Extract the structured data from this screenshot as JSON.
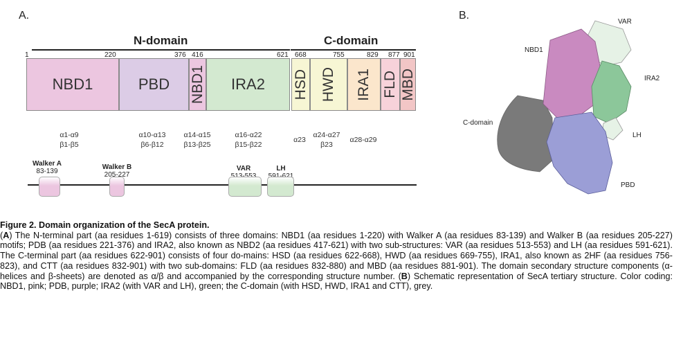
{
  "panel_a_label": "A.",
  "panel_b_label": "B.",
  "n_domain_label": "N-domain",
  "c_domain_label": "C-domain",
  "residues": [
    "1",
    "220",
    "376",
    "416",
    "621",
    "668",
    "755",
    "829",
    "877",
    "901"
  ],
  "domains": [
    {
      "label": "NBD1",
      "color": "#ecc6e0"
    },
    {
      "label": "PBD",
      "color": "#dccce6"
    },
    {
      "label": "NBD1",
      "color": "#ecc6e0"
    },
    {
      "label": "IRA2",
      "color": "#d3e9d0"
    },
    {
      "label": "HSD",
      "color": "#f7f6d4"
    },
    {
      "label": "HWD",
      "color": "#f7f6d4"
    },
    {
      "label": "IRA1",
      "color": "#fbe6cc"
    },
    {
      "label": "FLD",
      "color": "#f7d2da"
    },
    {
      "label": "MBD",
      "color": "#f2c6c6"
    }
  ],
  "secondary_structure": [
    {
      "line1": "α1-α9",
      "line2": "β1-β5"
    },
    {
      "line1": "α10-α13",
      "line2": "β6-β12"
    },
    {
      "line1": "α14-α15",
      "line2": "β13-β25"
    },
    {
      "line1": "α16-α22",
      "line2": "β15-β22"
    },
    {
      "line1": "α23",
      "line2": ""
    },
    {
      "line1": "α24-α27",
      "line2": "β23"
    },
    {
      "line1": "α28-α29",
      "line2": ""
    }
  ],
  "motifs": [
    {
      "name": "Walker A",
      "range": "83-139",
      "color": "#ecc6e0"
    },
    {
      "name": "Walker B",
      "range": "205-227",
      "color": "#ecc6e0"
    },
    {
      "name": "VAR",
      "range": "513-553",
      "color": "#d3e9d0"
    },
    {
      "name": "LH",
      "range": "591-621",
      "color": "#d3e9d0"
    }
  ],
  "structure_labels": {
    "var": "VAR",
    "nbd1": "NBD1",
    "ira2": "IRA2",
    "c_domain": "C-domain",
    "lh": "LH",
    "pbd": "PBD"
  },
  "structure_colors": {
    "nbd1": "#c98ac0",
    "pbd": "#9b9ed6",
    "ira2": "#8cc79a",
    "var": "#e6f2e6",
    "lh": "#e6f2e6",
    "c_domain": "#7a7a7a"
  },
  "caption": {
    "title": "Figure 2. Domain organization of the SecA protein.",
    "paren_open": "(",
    "mark_a": "A",
    "text_a": ") The N-terminal part (aa residues 1-619) consists of three domains: NBD1 (aa residues 1-220) with Walker A (aa residues 83-139) and Walker B (aa residues 205-227) motifs; PDB (aa residues 221-376) and IRA2, also known as NBD2 (aa residues 417-621) with two sub-structures: VAR (aa residues 513-553) and  LH (aa residues 591-621). The C-terminal part (aa residues 622-901) consists of four do-mains: HSD (aa residues 622-668), HWD (aa residues 669-755), IRA1, also known as 2HF (aa residues 756-823), and CTT (aa residues 832-901) with two sub-domains: FLD (aa residues 832-880) and MBD (aa residues 881-901). The domain secondary structure components (α-helices and β-sheets) are denoted as α/β and accompanied by the corresponding structure number. (",
    "mark_b": "B",
    "text_b": ") Schematic representation of SecA tertiary structure. Color coding: NBD1, pink; PDB, purple; IRA2 (with VAR and LH), green; the C-domain (with HSD, HWD, IRA1 and CTT), grey."
  }
}
